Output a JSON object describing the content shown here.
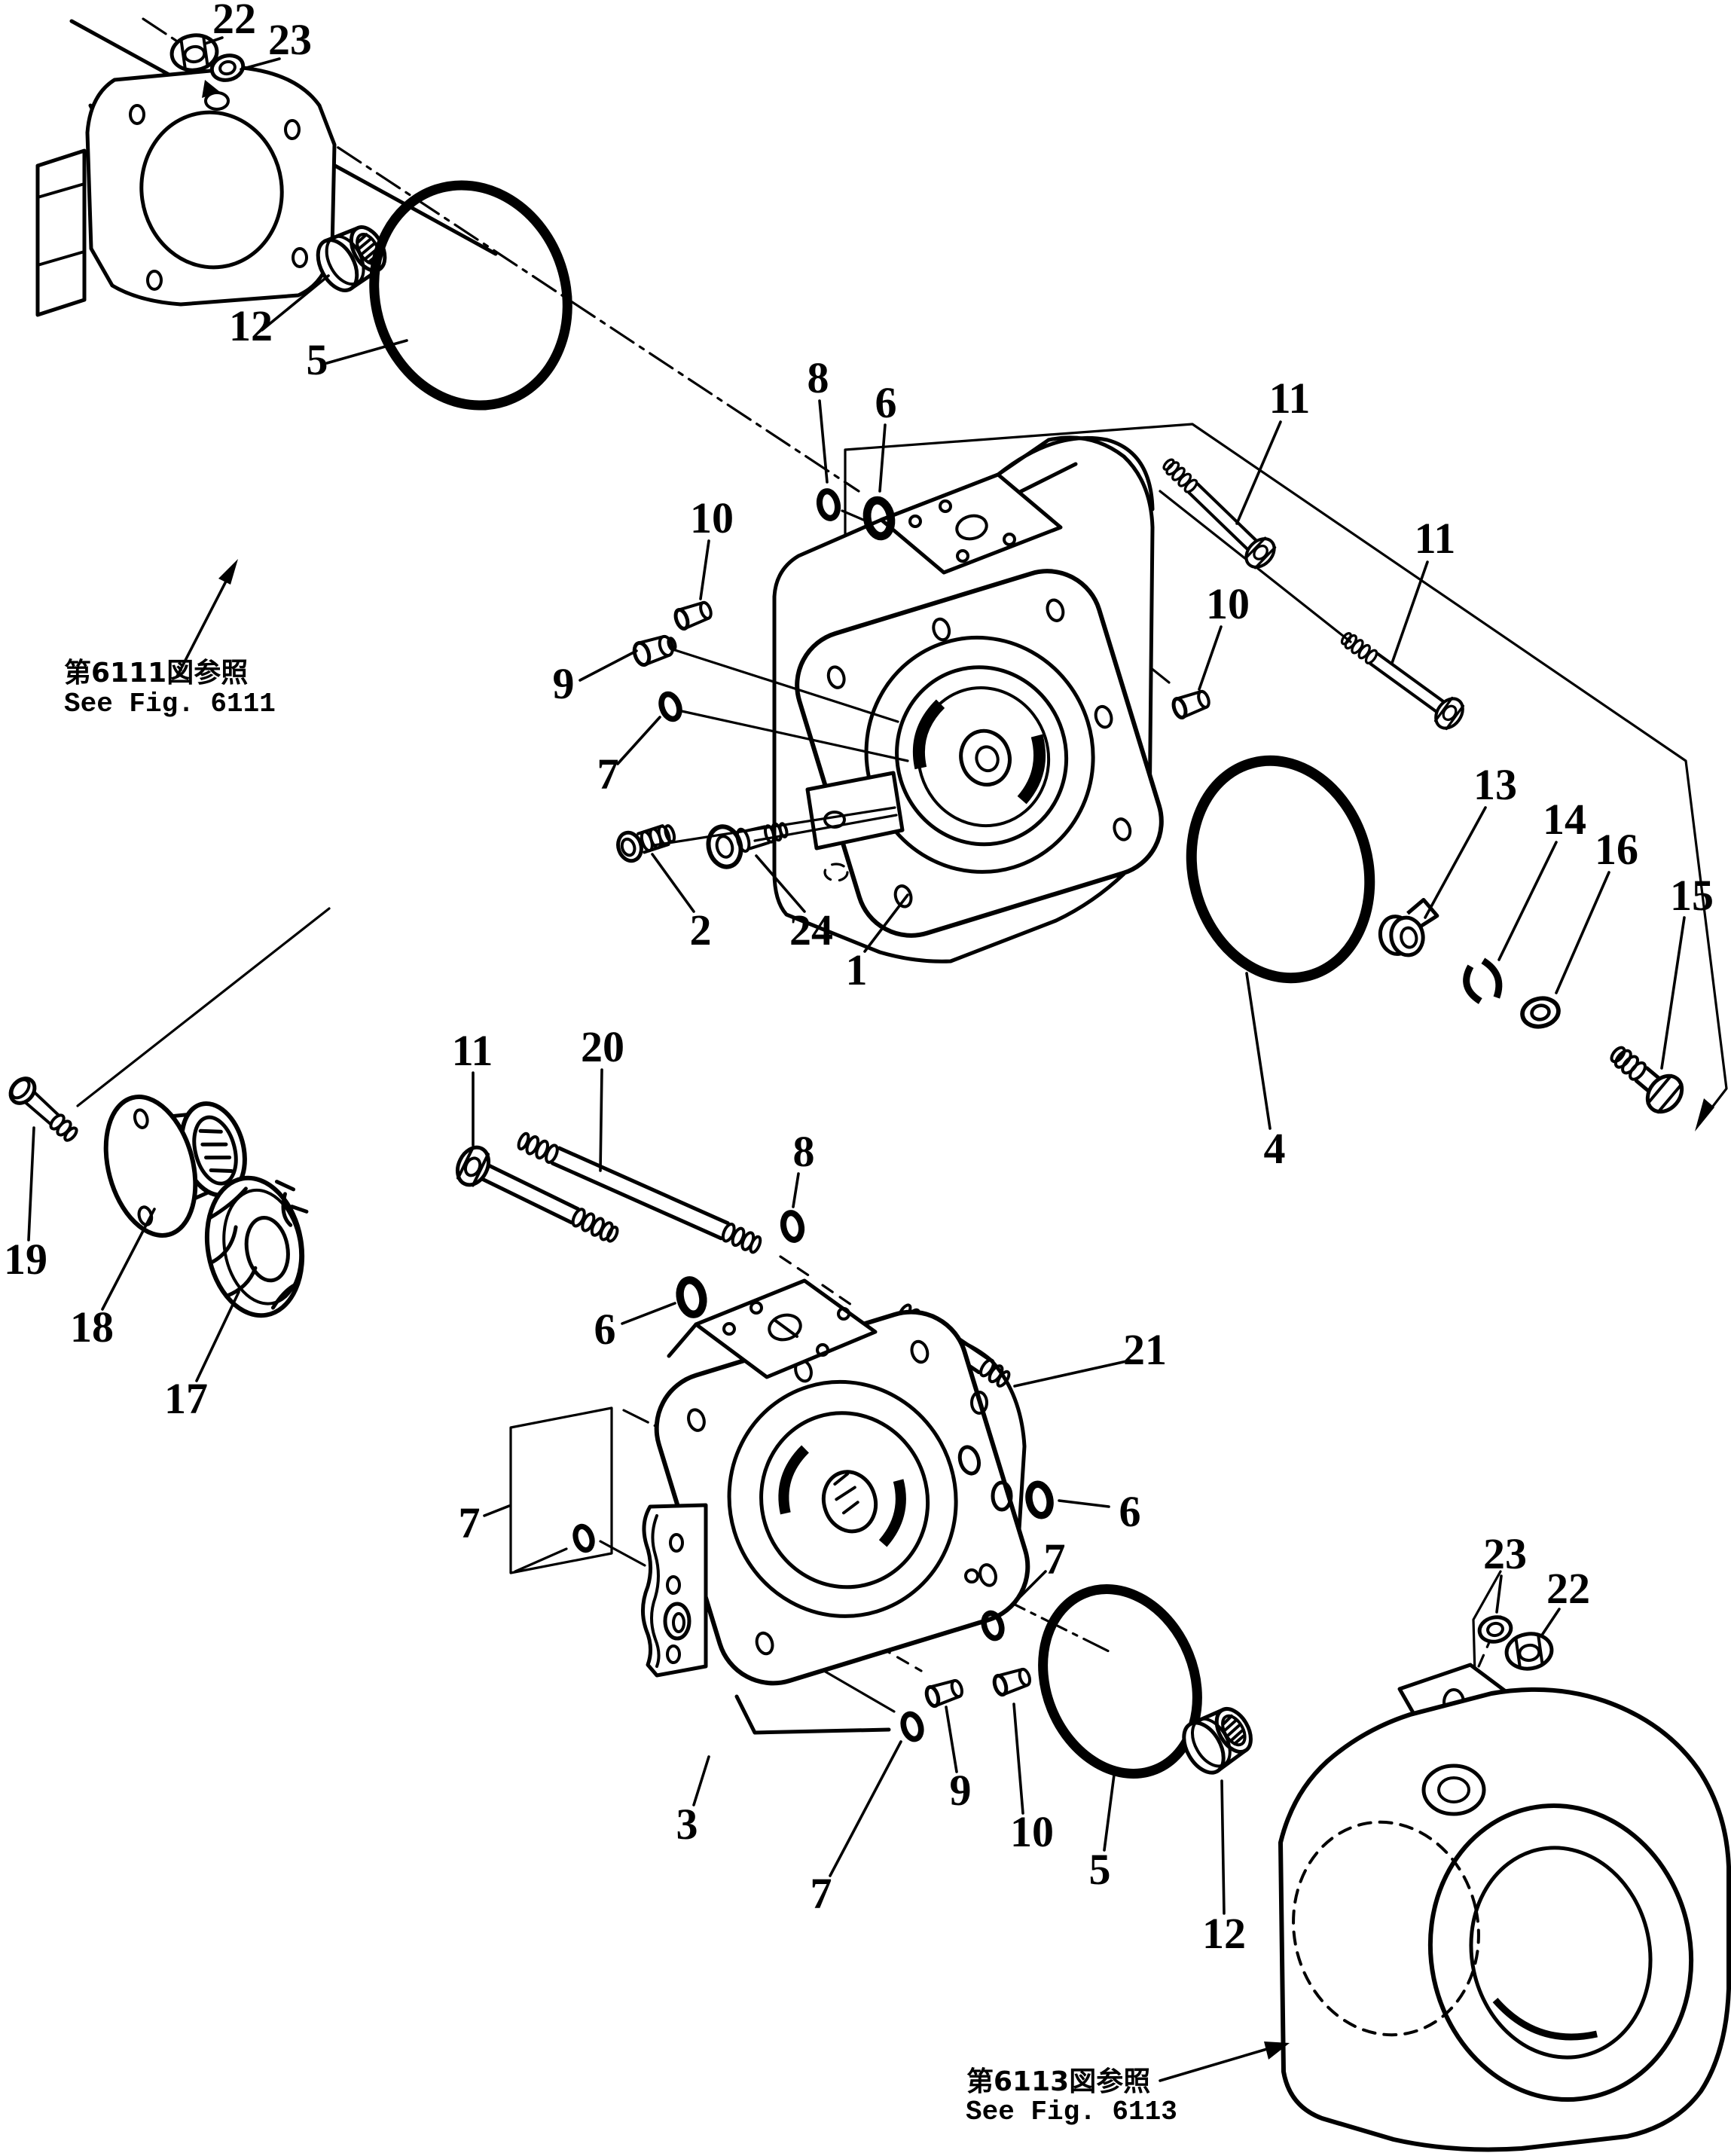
{
  "document": {
    "kind": "exploded parts diagram",
    "page_background": "#ffffff",
    "ink_color": "#000000"
  },
  "callouts": {
    "1": "1",
    "2": "2",
    "3": "3",
    "4": "4",
    "5": "5",
    "6": "6",
    "7": "7",
    "8": "8",
    "9": "9",
    "10": "10",
    "11": "11",
    "12": "12",
    "13": "13",
    "14": "14",
    "15": "15",
    "16": "16",
    "17": "17",
    "18": "18",
    "19": "19",
    "20": "20",
    "21": "21",
    "22": "22",
    "23": "23",
    "24": "24"
  },
  "annotations": {
    "fig6111": {
      "jp": "第6111図参照",
      "en": "See Fig. 6111"
    },
    "fig6113": {
      "jp": "第6113図参照",
      "en": "See Fig. 6113"
    }
  }
}
